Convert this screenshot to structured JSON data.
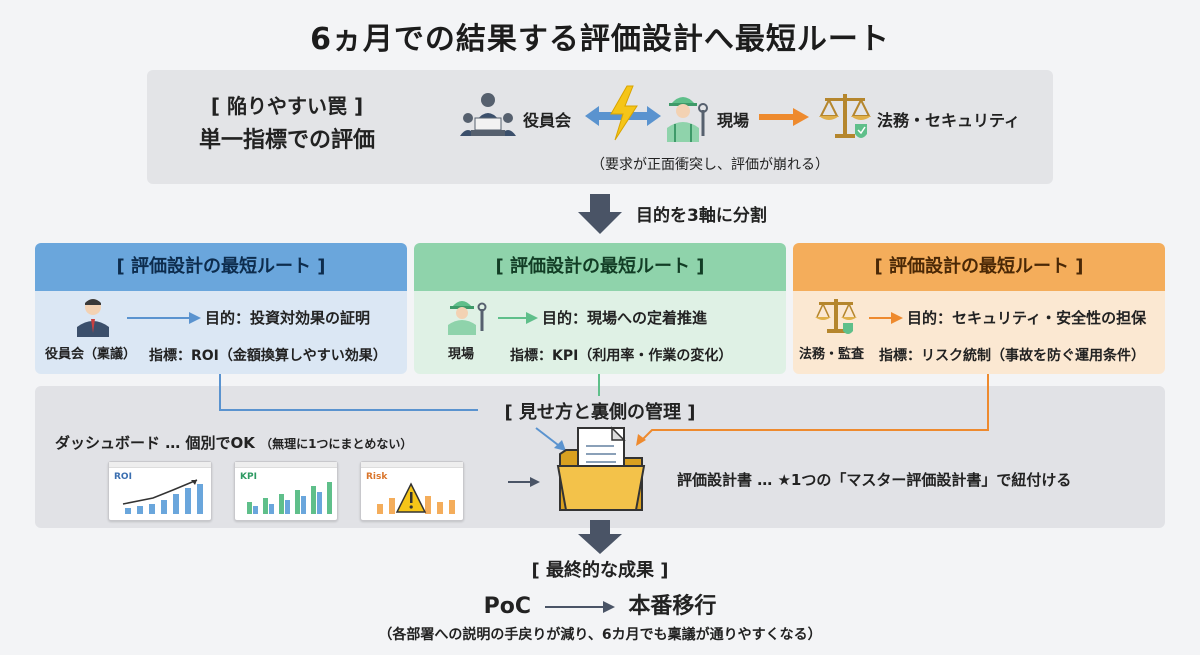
{
  "title": "6ヵ月での結果する評価設計へ最短ルート",
  "pitfall": {
    "heading": "[ 陥りやすい罠 ]",
    "subheading": "単一指標での評価",
    "board_label": "役員会",
    "field_label": "現場",
    "legal_label": "法務・セキュリティ",
    "note": "（要求が正面衝突し、評価が崩れる）"
  },
  "split_label": "目的を3軸に分割",
  "cards": [
    {
      "heading": "[ 評価設計の最短ルート ]",
      "role": "役員会（稟議）",
      "purpose": "目的：投資対効果の証明",
      "metric": "指標：ROI（金額換算しやすい効果）",
      "icon": "executive-icon",
      "color": "#6aa6dc"
    },
    {
      "heading": "[ 評価設計の最短ルート ]",
      "role": "現場",
      "purpose": "目的：現場への定着推進",
      "metric": "指標：KPI（利用率・作業の変化）",
      "icon": "worker-icon",
      "color": "#8fd3ab"
    },
    {
      "heading": "[ 評価設計の最短ルート ]",
      "role": "法務・監査",
      "purpose": "目的：セキュリティ・安全性の担保",
      "metric": "指標：リスク統制（事故を防ぐ運用条件）",
      "icon": "scales-icon",
      "color": "#f4ad5b"
    }
  ],
  "management": {
    "heading": "[ 見せ方と裏側の管理 ]",
    "dashboard_label": "ダッシュボード … 個別でOK",
    "dashboard_note": "（無理に1つにまとめない）",
    "thumbnails": [
      "ROI",
      "KPI",
      "Risk"
    ],
    "design_label": "評価設計書 … ★1つの「マスター評価設計書」で紐付ける"
  },
  "result": {
    "heading": "[ 最終的な成果 ]",
    "from": "PoC",
    "to": "本番移行",
    "note": "（各部署への説明の手戻りが減り、6カ月でも稟議が通りやすくなる）"
  },
  "colors": {
    "arrow_dark": "#4a5466",
    "blue": "#5a93cf",
    "green": "#5fbf8a",
    "orange": "#ee8a2e"
  }
}
